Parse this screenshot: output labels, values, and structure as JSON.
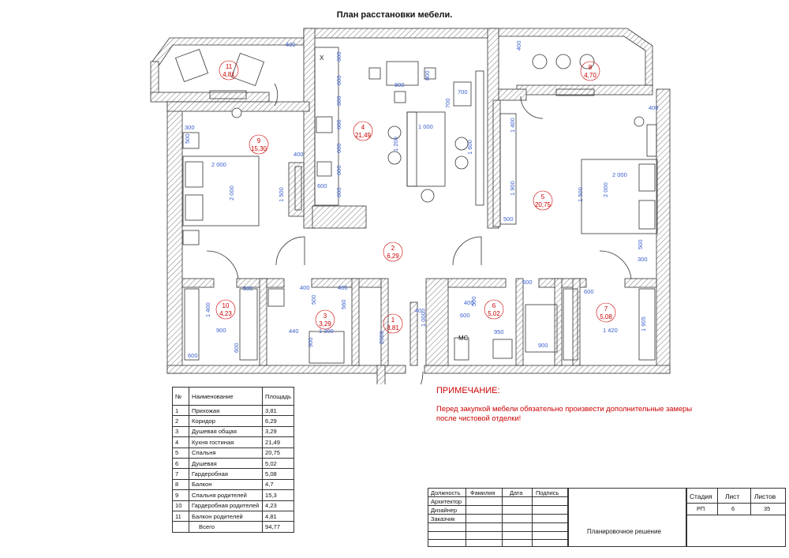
{
  "title": "План расстановки мебели.",
  "rooms": [
    {
      "num": "1",
      "area": "3,81"
    },
    {
      "num": "2",
      "area": "6,29"
    },
    {
      "num": "3",
      "area": "3,29"
    },
    {
      "num": "4",
      "area": "21,49"
    },
    {
      "num": "5",
      "area": "20,75"
    },
    {
      "num": "6",
      "area": "5,02"
    },
    {
      "num": "7",
      "area": "5,08"
    },
    {
      "num": "8",
      "area": "4,70"
    },
    {
      "num": "9",
      "area": "15,30"
    },
    {
      "num": "10",
      "area": "4,23"
    },
    {
      "num": "11",
      "area": "4,81"
    }
  ],
  "dimensions": [
    "400",
    "600",
    "600",
    "600",
    "600",
    "600",
    "600",
    "600",
    "800",
    "800",
    "700",
    "700",
    "1 000",
    "1 200",
    "1 600",
    "400",
    "600",
    "1 500",
    "2 000",
    "2 000",
    "300",
    "500",
    "400",
    "500",
    "1 400",
    "900",
    "600",
    "600",
    "600",
    "400",
    "560",
    "440",
    "1 300",
    "900",
    "2000",
    "1 000",
    "400",
    "600",
    "950",
    "600",
    "900",
    "1 400",
    "1 900",
    "500",
    "2 000",
    "1 500",
    "2 000",
    "500",
    "300",
    "1 420",
    "1 905",
    "600",
    "400",
    "400",
    "500",
    "400"
  ],
  "plan_labels": {
    "mc": "МС",
    "x": "Х"
  },
  "table": {
    "headers": [
      "№",
      "Наименование",
      "Площадь"
    ],
    "rows": [
      [
        "1",
        "Прихожая",
        "3,81"
      ],
      [
        "2",
        "Коридор",
        "6,29"
      ],
      [
        "3",
        "Душевая общая",
        "3,29"
      ],
      [
        "4",
        "Кухня гостиная",
        "21,49"
      ],
      [
        "5",
        "Спальня",
        "20,75"
      ],
      [
        "6",
        "Душевая",
        "5,02"
      ],
      [
        "7",
        "Гардеробная",
        "5,08"
      ],
      [
        "8",
        "Балкон",
        "4,7"
      ],
      [
        "9",
        "Спальня родителей",
        "15,3"
      ],
      [
        "10",
        "Гардеробная родителей",
        "4,23"
      ],
      [
        "11",
        "Балкон родителей",
        "4,81"
      ],
      [
        "",
        "Всего",
        "94,77"
      ]
    ]
  },
  "note": {
    "title": "ПРИМЕЧАНИЕ:",
    "text": "Перед закупкой мебели обязательно произвести дополнительные замеры после чистовой отделки!"
  },
  "stamp": {
    "headers": [
      "Должность",
      "Фамилия",
      "Дата",
      "Подпись"
    ],
    "roles": [
      "Архитектор",
      "Дизайнер",
      "Заказчик"
    ],
    "sheet_title": "Планировочное решение",
    "stage_header": "Стадия",
    "sheet_header": "Лист",
    "sheets_header": "Листов",
    "stage": "РП",
    "sheet": "6",
    "sheets": "35"
  }
}
